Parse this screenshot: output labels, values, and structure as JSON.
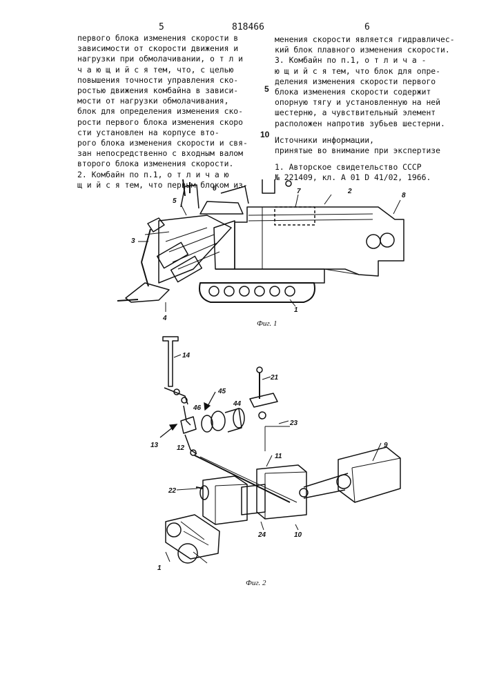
{
  "header": {
    "page_left": "5",
    "patent_number": "818466",
    "page_right": "6"
  },
  "left_column": [
    "первого блока изменения скорости в",
    "зависимости от скорости движения и",
    "нагрузки при обмолачивании, о т л и",
    "ч а ю щ и й с я  тем, что, с целью",
    "повышения точности управления ско-",
    "ростью движения комбайна в зависи-",
    "мости от нагрузки обмолачивания,",
    "блок для определения изменения ско-",
    "рости первого блока изменения скоро",
    "сти установлен на корпусе  вто-",
    "рого блока изменения скорости и свя-",
    "зан непосредственно с входным валом",
    "второго блока изменения скорости.",
    "    2. Комбайн по п.1, о т л и ч а ю",
    "щ и й с я  тем, что первым блоком из-"
  ],
  "right_column": [
    "менения скорости является гидравличес-",
    "кий блок плавного изменения скорости.",
    "    3. Комбайн по п.1, о т л и ч а -",
    "ю щ и й с я  тем, что блок для опре-",
    "деления изменения скорости первого",
    "блока  изменения скорости содержит",
    "опорную тягу и установленную на ней",
    "шестерню, а чувствительный элемент",
    "расположен напротив зубьев шестерни.",
    "",
    "      Источники информации,",
    "принятые во внимание при экспертизе",
    "",
    "    1. Авторское свидетельство СССР",
    "№ 221409, кл. А 01 D 41/02, 1966."
  ],
  "line_markers": {
    "m5": "5",
    "m10": "10"
  },
  "figure1": {
    "caption": "Фиг. 1",
    "labels": {
      "l1": "1",
      "l2": "2",
      "l3": "3",
      "l4": "4",
      "l5": "5",
      "l6": "6",
      "l7": "7",
      "l8": "8"
    }
  },
  "figure2": {
    "caption": "Фиг. 2",
    "labels": {
      "l1": "1",
      "l9": "9",
      "l10": "10",
      "l11": "11",
      "l12": "12",
      "l13": "13",
      "l14": "14",
      "l21": "21",
      "l22": "22",
      "l23": "23",
      "l24": "24",
      "l44": "44",
      "l45": "45",
      "l46": "46"
    }
  }
}
